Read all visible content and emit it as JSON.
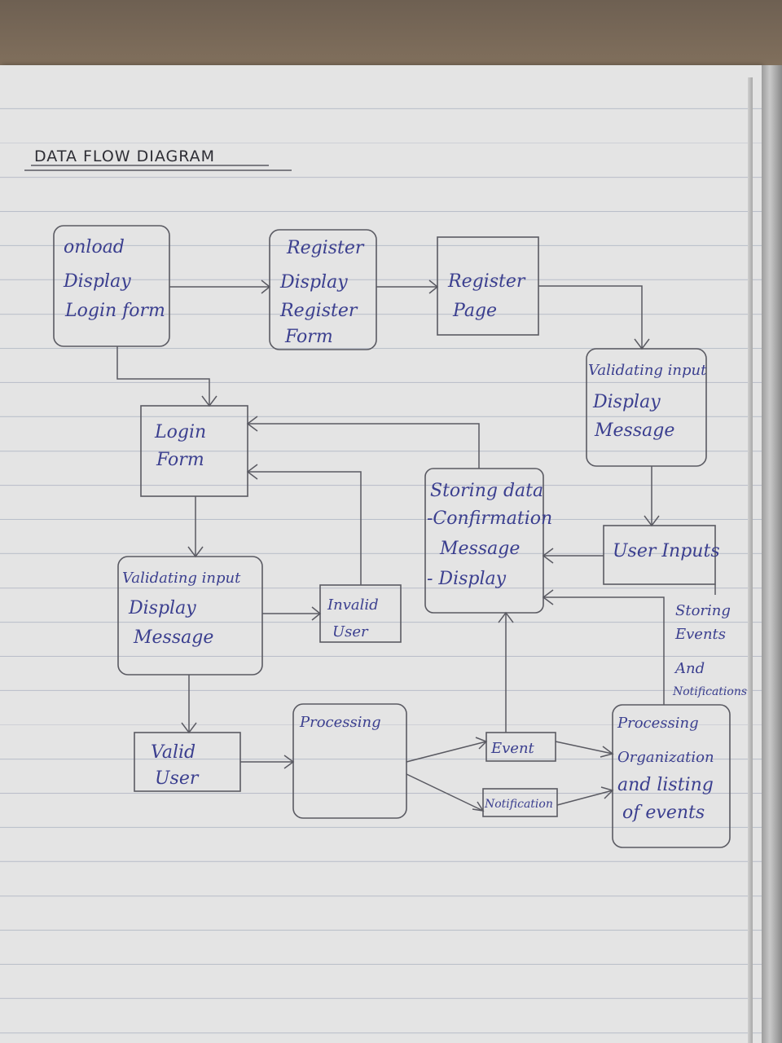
{
  "title": "DATA FLOW DIAGRAM",
  "colors": {
    "ink": "#3b3f8f",
    "pencil": "#5a5a62",
    "paper": "#e4e4e4",
    "rule": "#b9bec9"
  },
  "nodes": {
    "onload": [
      "onload",
      "Display",
      "Login form"
    ],
    "register_form": [
      "Register",
      "Display",
      "Register",
      "Form"
    ],
    "register_page": [
      "Register",
      "Page"
    ],
    "validating_top": [
      "Validating input",
      "Display",
      "Message"
    ],
    "login_form": [
      "Login",
      "Form"
    ],
    "storing_data": [
      "Storing data",
      "-Confirmation",
      "Message",
      "- Display"
    ],
    "user_inputs": [
      "User Inputs"
    ],
    "validating_left": [
      "Validating input",
      "Display",
      "Message"
    ],
    "invalid_user": [
      "Invalid",
      "User"
    ],
    "valid_user": [
      "Valid",
      "User"
    ],
    "processing": [
      "Processing"
    ],
    "event": [
      "Event"
    ],
    "notification": [
      "Notification"
    ],
    "processing_org": [
      "Processing",
      "Organization",
      "and listing",
      "of events"
    ]
  },
  "labels": {
    "storing_events": [
      "Storing",
      "Events",
      "And",
      "Notifications"
    ]
  }
}
